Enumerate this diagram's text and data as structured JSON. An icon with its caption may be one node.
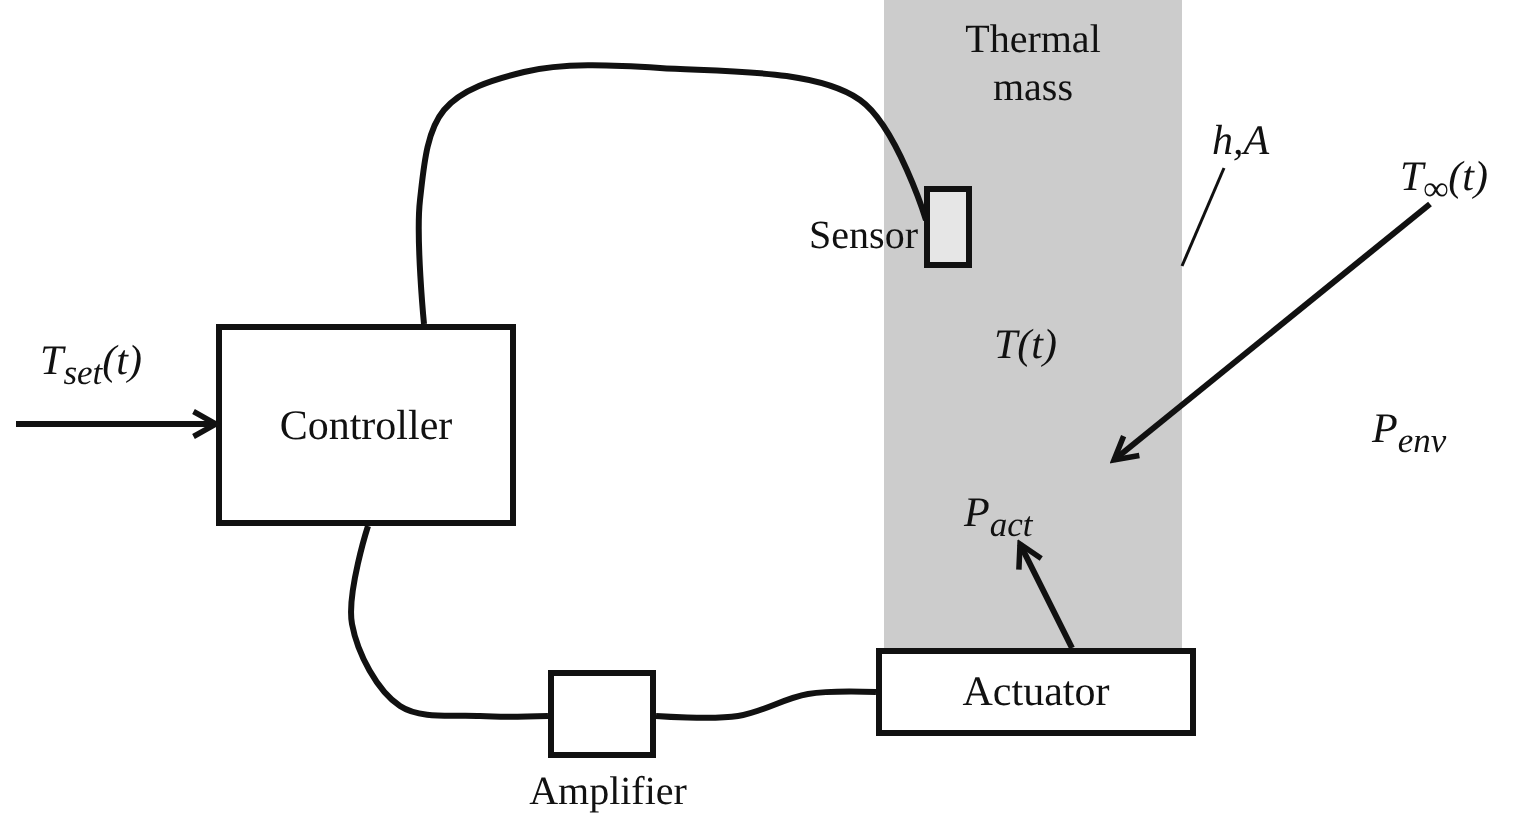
{
  "diagram": {
    "nodes": [
      {
        "text": [
          "Thermal mass"
        ]
      },
      {
        "text": [
          "h,A"
        ]
      },
      {
        "text": [
          "T$_{∞}$(t)"
        ]
      },
      {
        "text": [],
        "shape": "box",
        "in": 0,
        "beside": [
          "Sensor"
        ]
      },
      {
        "text": [
          "Controller"
        ]
      },
      {
        "text": [
          "P$_{act}$"
        ],
        "in": 0
      },
      {
        "text": [],
        "shape": "box",
        "beside": [
          "Amplifier"
        ]
      },
      {
        "text": [
          "Actuator"
        ]
      }
    ],
    "edges": [
      {
        "from": null,
        "to": 4,
        "arrow": "to",
        "label": "T$_{set}$(t)"
      },
      {
        "from": 4,
        "to": 3,
        "arrow": "none"
      },
      {
        "from": 4,
        "to": 6,
        "arrow": "none"
      },
      {
        "from": 6,
        "to": 7,
        "arrow": "none"
      },
      {
        "from": 7,
        "to": 5,
        "arrow": "to"
      },
      {
        "from": 2,
        "to": null,
        "arrow": "to"
      },
      {
        "from": 1,
        "to": 0,
        "arrow": "none"
      }
    ],
    "labels": [
      "T(t)",
      "P$_{env}$"
    ]
  }
}
